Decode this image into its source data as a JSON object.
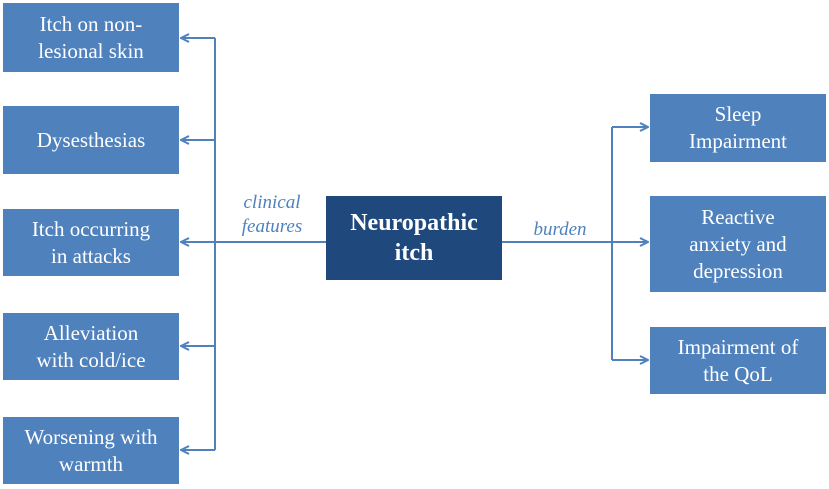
{
  "center": {
    "line1": "Neuropathic",
    "line2": "itch"
  },
  "left_label": {
    "line1": "clinical",
    "line2": "features"
  },
  "right_label": "burden",
  "left_boxes": [
    {
      "line1": "Itch on non-",
      "line2": "lesional skin"
    },
    {
      "line1": "Dysesthesias",
      "line2": ""
    },
    {
      "line1": "Itch occurring",
      "line2": "in attacks"
    },
    {
      "line1": "Alleviation",
      "line2": "with cold/ice"
    },
    {
      "line1": "Worsening with",
      "line2": "warmth"
    }
  ],
  "right_boxes": [
    {
      "line1": "Sleep",
      "line2": "Impairment",
      "line3": ""
    },
    {
      "line1": "Reactive",
      "line2": "anxiety and",
      "line3": "depression"
    },
    {
      "line1": "Impairment of",
      "line2": "the QoL",
      "line3": ""
    }
  ],
  "colors": {
    "box": "#4f81bd",
    "center": "#1f497d",
    "line": "#4f81bd"
  }
}
